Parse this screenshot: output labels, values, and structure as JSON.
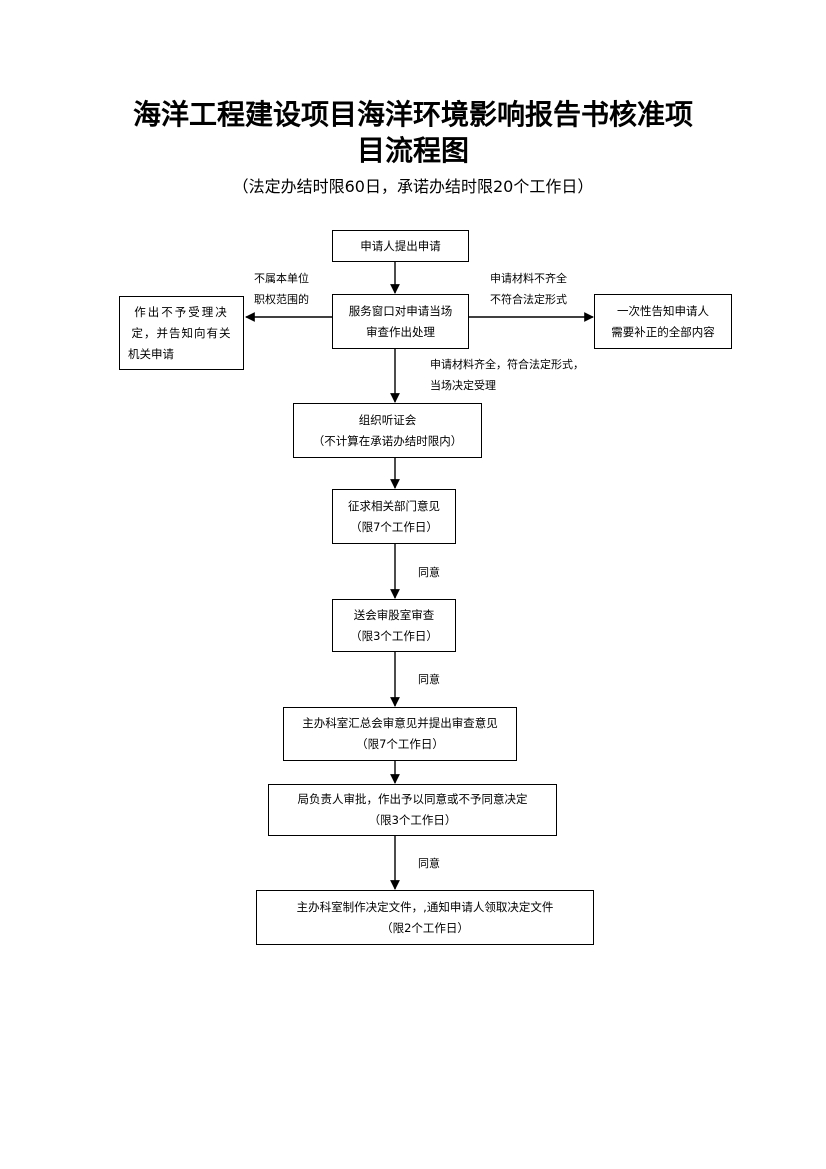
{
  "title_line1": "海洋工程建设项目海洋环境影响报告书核准项",
  "title_line2": "目流程图",
  "subtitle": "（法定办结时限60日，承诺办结时限20个工作日）",
  "boxes": {
    "apply": "申请人提出申请",
    "window_review": [
      "服务窗口对申请当场",
      "审查作出处理"
    ],
    "reject": [
      "作出不予受理决",
      "定，并告知向有关",
      "机关申请"
    ],
    "notify_supplement": [
      "一次性告知申请人",
      "需要补正的全部内容"
    ],
    "hearing": [
      "组织听证会",
      "（不计算在承诺办结时限内）"
    ],
    "dept_opinion": [
      "征求相关部门意见",
      "（限7个工作日）"
    ],
    "review_section": [
      "送会审股室审查",
      "（限3个工作日）"
    ],
    "lead_office": [
      "主办科室汇总会审意见并提出审查意见",
      "（限7个工作日）"
    ],
    "bureau_approval": [
      "局负责人审批，作出予以同意或不予同意决定",
      "（限3个工作日）"
    ],
    "decision_doc": [
      "主办科室制作决定文件，,通知申请人领取决定文件",
      "（限2个工作日）"
    ]
  },
  "labels": {
    "not_in_scope": [
      "不属本单位",
      "职权范围的"
    ],
    "incomplete": [
      "申请材料不齐全",
      "不符合法定形式"
    ],
    "complete": [
      "申请材料齐全，符合法定形式，",
      "当场决定受理"
    ],
    "agree1": "同意",
    "agree2": "同意",
    "agree3": "同意"
  }
}
